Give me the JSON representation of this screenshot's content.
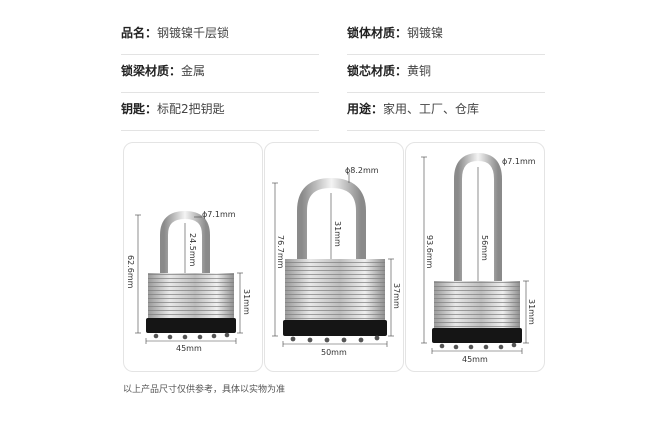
{
  "specs": [
    {
      "key": "品名：",
      "value": "钢镀镍千层锁"
    },
    {
      "key": "锁体材质：",
      "value": "钢镀镍"
    },
    {
      "key": "锁梁材质：",
      "value": "金属"
    },
    {
      "key": "锁芯材质：",
      "value": "黄铜"
    },
    {
      "key": "钥匙：",
      "value": "标配2把钥匙"
    },
    {
      "key": "用途：",
      "value": "家用、工厂、仓库"
    }
  ],
  "locks": [
    {
      "shackle_dia": "ϕ7.1mm",
      "shackle_h": "24.5mm",
      "total_h": "62.6mm",
      "body_h": "31mm",
      "width": "45mm"
    },
    {
      "shackle_dia": "ϕ8.2mm",
      "shackle_h": "31mm",
      "total_h": "76.7mm",
      "body_h": "37mm",
      "width": "50mm"
    },
    {
      "shackle_dia": "ϕ7.1mm",
      "shackle_h": "56mm",
      "total_h": "93.6mm",
      "body_h": "31mm",
      "width": "45mm"
    }
  ],
  "note": "以上产品尺寸仅供参考，具体以实物为准"
}
